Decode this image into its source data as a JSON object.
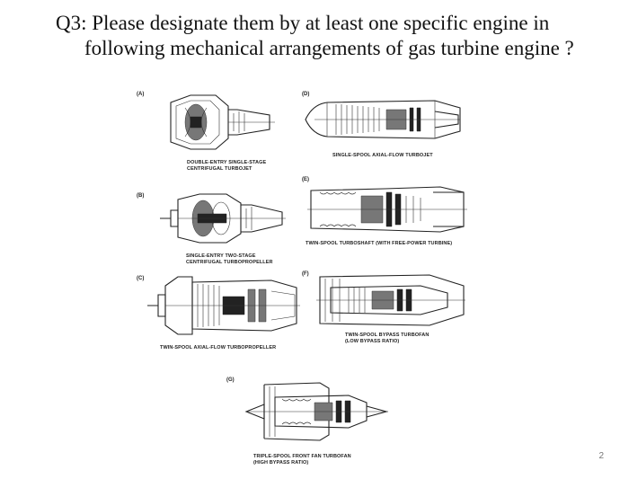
{
  "question": {
    "line1": "Q3: Please designate them by at least one specific engine in",
    "line2": "following mechanical arrangements of gas turbine engine ?"
  },
  "panels": {
    "a": {
      "letter": "(A)",
      "caption_1": "DOUBLE-ENTRY SINGLE-STAGE",
      "caption_2": "CENTRIFUGAL TURBOJET"
    },
    "b": {
      "letter": "(B)",
      "caption_1": "SINGLE-ENTRY TWO-STAGE",
      "caption_2": "CENTRIFUGAL TURBOPROPELLER"
    },
    "c": {
      "letter": "(C)",
      "caption_1": "TWIN-SPOOL AXIAL-FLOW TURBOPROPELLER"
    },
    "d": {
      "letter": "(D)",
      "caption_1": "SINGLE-SPOOL AXIAL-FLOW TURBOJET"
    },
    "e": {
      "letter": "(E)",
      "caption_1": "TWIN-SPOOL TURBOSHAFT (WITH FREE-POWER TURBINE)"
    },
    "f": {
      "letter": "(F)",
      "caption_1": "TWIN-SPOOL BYPASS TURBOFAN",
      "caption_2": "(LOW BYPASS RATIO)"
    },
    "g": {
      "letter": "(G)",
      "caption_1": "TRIPLE-SPOOL FRONT FAN TURBOFAN",
      "caption_2": "(HIGH BYPASS RATIO)"
    }
  },
  "page_number": "2"
}
